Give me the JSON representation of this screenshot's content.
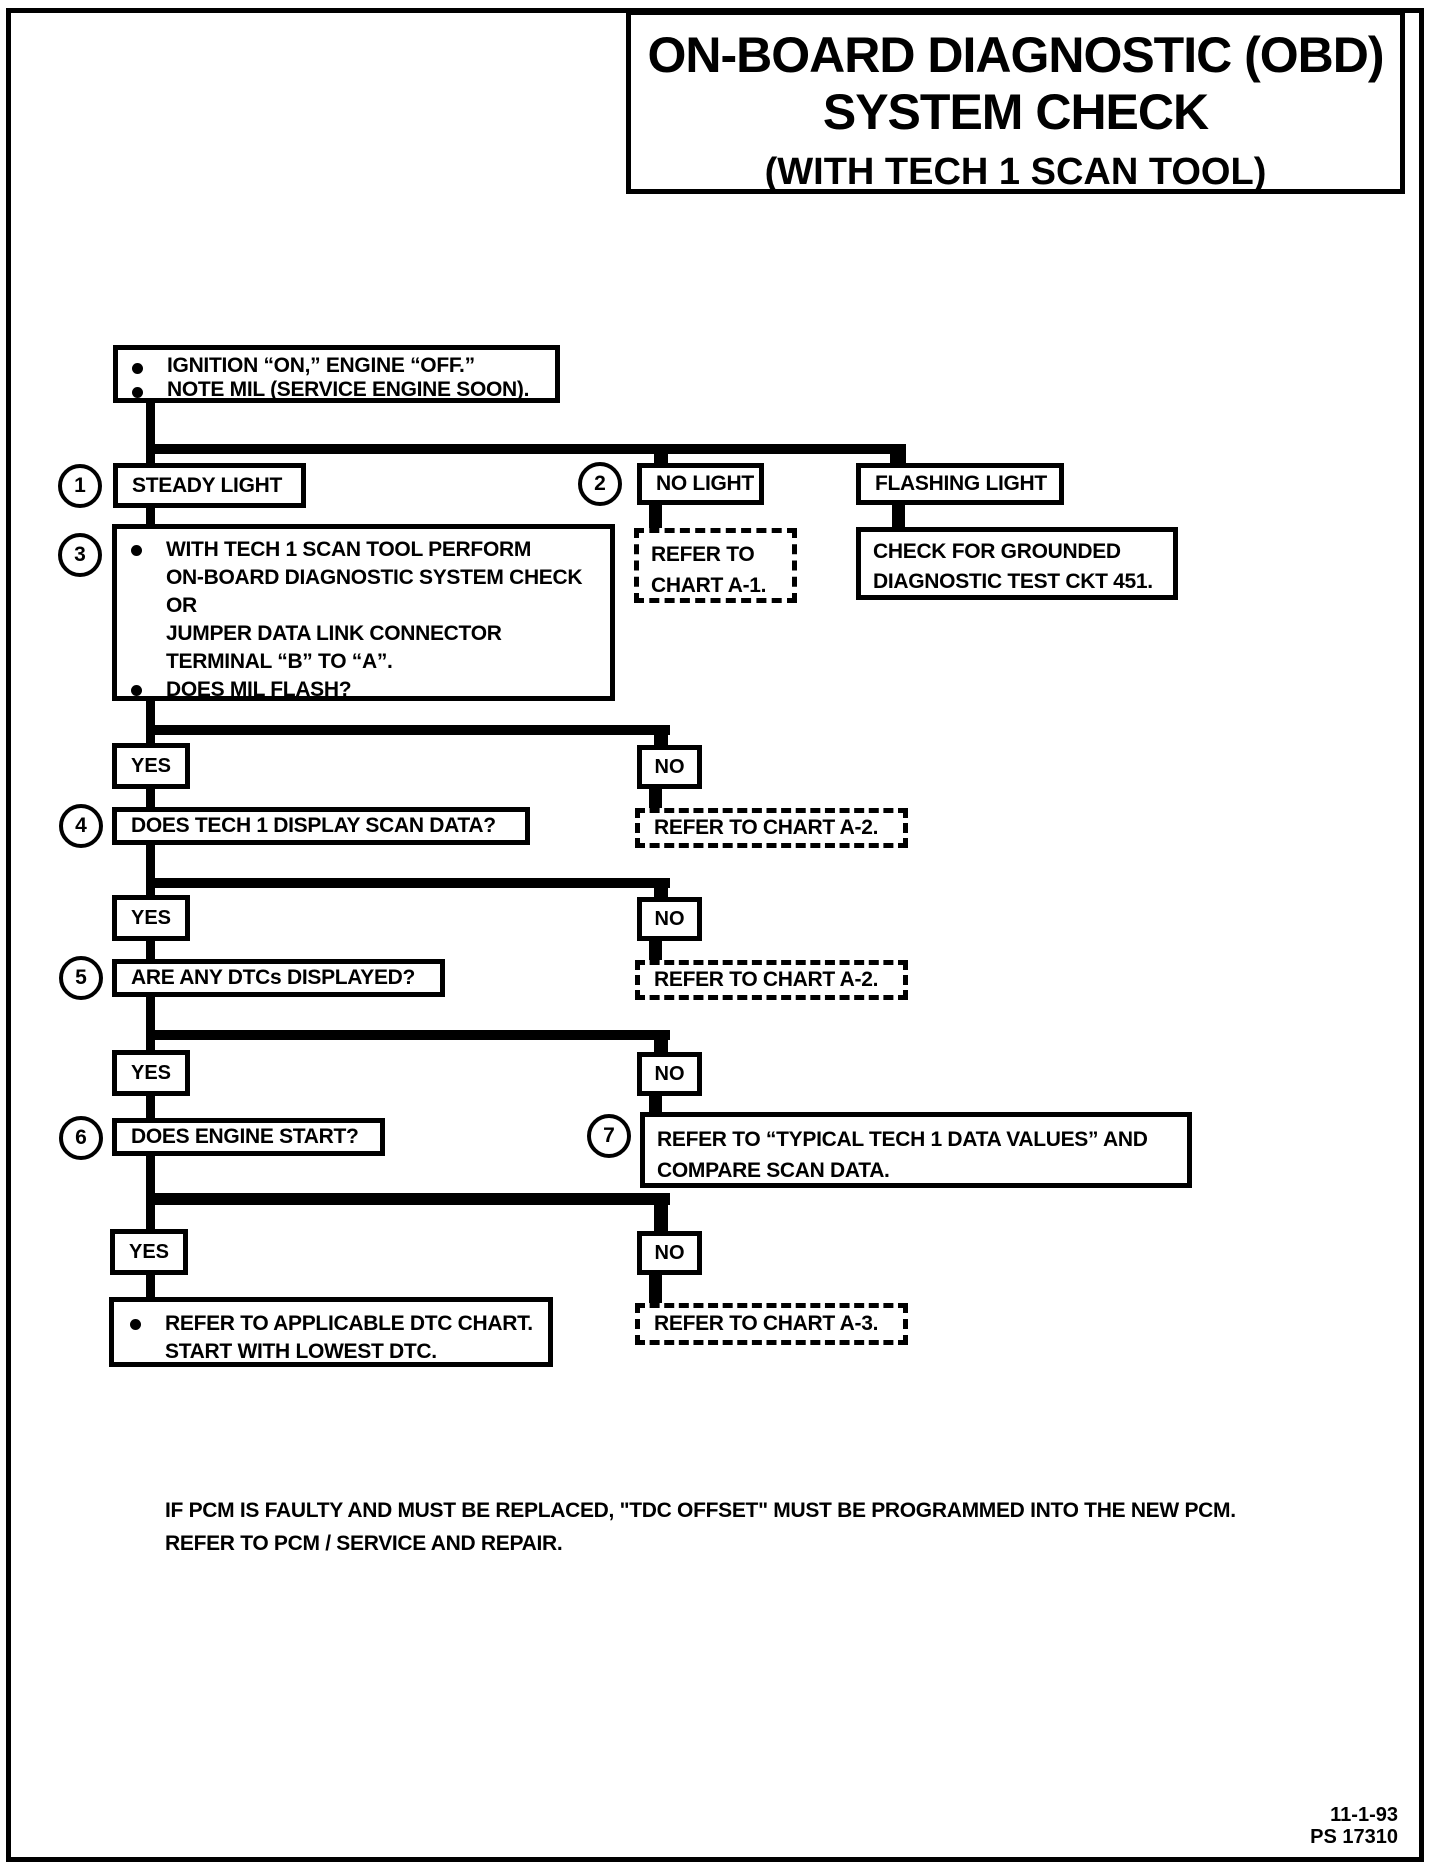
{
  "colors": {
    "ink": "#000000",
    "paper": "#ffffff"
  },
  "title": {
    "line1": "ON-BOARD DIAGNOSTIC (OBD)",
    "line2": "SYSTEM CHECK",
    "line3": "(WITH TECH 1 SCAN TOOL)"
  },
  "labels": {
    "yes": "YES",
    "no": "NO"
  },
  "nodes": {
    "start": {
      "b1": "IGNITION “ON,” ENGINE  “OFF.”",
      "b2": "NOTE MIL (SERVICE ENGINE SOON)."
    },
    "steady_light": {
      "num": "1",
      "label": "STEADY LIGHT"
    },
    "no_light": {
      "num": "2",
      "label": "NO LIGHT"
    },
    "flashing_light": {
      "label": "FLASHING LIGHT"
    },
    "step3": {
      "num": "3",
      "b1l1": "WITH TECH 1 SCAN TOOL PERFORM",
      "b1l2": "ON-BOARD DIAGNOSTIC SYSTEM CHECK",
      "b1l3": "OR",
      "b1l4": "JUMPER DATA LINK CONNECTOR",
      "b1l5": "TERMINAL “B” TO “A”.",
      "b2": "DOES MIL FLASH?"
    },
    "chart_a1": {
      "line1": "REFER TO",
      "line2": "CHART A-1."
    },
    "grounded": {
      "line1": "CHECK FOR GROUNDED",
      "line2": "DIAGNOSTIC TEST CKT 451."
    },
    "step4": {
      "num": "4",
      "label": "DOES TECH 1 DISPLAY SCAN DATA?"
    },
    "chart_a2_first": {
      "label": "REFER TO CHART A-2."
    },
    "step5": {
      "num": "5",
      "label": "ARE ANY DTCs DISPLAYED?"
    },
    "chart_a2_second": {
      "label": "REFER TO CHART A-2."
    },
    "step6": {
      "num": "6",
      "label": "DOES ENGINE START?"
    },
    "step7": {
      "num": "7",
      "line1": "REFER TO “TYPICAL TECH 1 DATA VALUES” AND",
      "line2": "COMPARE SCAN DATA."
    },
    "dtc_chart": {
      "line1": "REFER TO APPLICABLE DTC CHART.",
      "line2": "START WITH LOWEST DTC."
    },
    "chart_a3": {
      "label": "REFER TO CHART A-3."
    }
  },
  "footer": {
    "note_line1": "IF PCM IS FAULTY AND MUST BE REPLACED, \"TDC OFFSET\" MUST BE PROGRAMMED INTO THE NEW PCM.",
    "note_line2": "REFER TO PCM / SERVICE AND REPAIR.",
    "date": "11-1-93",
    "doc_number": "PS 17310"
  }
}
